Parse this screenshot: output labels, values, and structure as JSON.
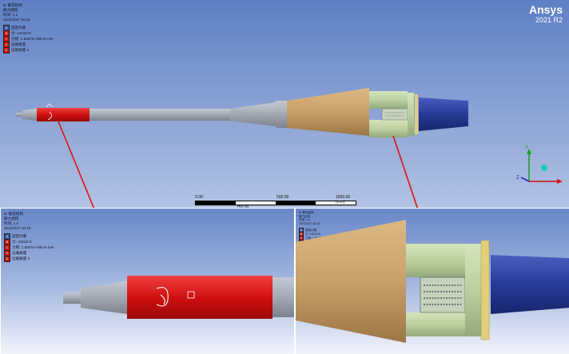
{
  "brand": {
    "name": "Ansys",
    "version": "2021 R2"
  },
  "main_info": {
    "lines": [
      "B: 静态结构",
      "静力结构",
      "时间: 1 s",
      "2022/2/27 18:16"
    ],
    "legend": [
      {
        "key": "A",
        "label": "固定约束",
        "color": "#3a56a8"
      },
      {
        "key": "B",
        "label": "力: 14216 N",
        "color": "#d01010"
      },
      {
        "key": "C",
        "label": "力矩: 1.5937e+006 N·mm",
        "color": "#d01010"
      },
      {
        "key": "D",
        "label": "远端质量",
        "color": "#d01010"
      },
      {
        "key": "E",
        "label": "远端质量 2",
        "color": "#d01010"
      }
    ]
  },
  "left_info": {
    "lines": [
      "B: 静态结构",
      "静力结构",
      "时间: 1 s",
      "2022/2/27 18:16"
    ],
    "legend": [
      {
        "key": "A",
        "label": "固定约束",
        "color": "#3a56a8"
      },
      {
        "key": "B",
        "label": "力: 14216 N",
        "color": "#d01010"
      },
      {
        "key": "C",
        "label": "力矩: 1.5937e+006 N·mm",
        "color": "#d01010"
      },
      {
        "key": "D",
        "label": "远端质量",
        "color": "#d01010"
      },
      {
        "key": "E",
        "label": "远端质量 2",
        "color": "#d01010"
      }
    ]
  },
  "right_info": {
    "lines": [
      "B: 静态结构",
      "静力结构",
      "时间: 1 s",
      "2022/2/27 18:16"
    ],
    "legend": [
      {
        "key": "A",
        "label": "固定约束",
        "color": "#3a56a8"
      },
      {
        "key": "B",
        "label": "力: 14216 N",
        "color": "#d01010"
      },
      {
        "key": "C",
        "label": "力矩: 1.5937e+006 N·mm",
        "color": "#d01010"
      },
      {
        "key": "D",
        "label": "远端质量",
        "color": "#d01010"
      },
      {
        "key": "E",
        "label": "远端质量 2",
        "color": "#d01010"
      }
    ]
  },
  "scale": {
    "min": "0.00",
    "mid": "500.00",
    "max": "1000.00 (mm)",
    "sub": "250.00"
  },
  "triad": {
    "y": "Y",
    "z": "Z"
  },
  "colors": {
    "tan": "#c8a06a",
    "gray": "#a3a9b4",
    "green": "#bcd0a0",
    "blue": "#283a96",
    "red": "#d01010",
    "yellow": "#e0d07a"
  }
}
